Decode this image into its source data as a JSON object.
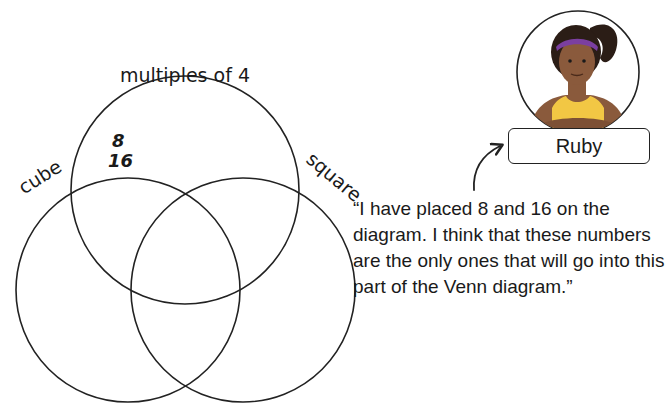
{
  "diagram": {
    "nodes": [
      {
        "text": [
          "multiples of 4"
        ]
      },
      {
        "text": [
          "cube"
        ]
      },
      {
        "text": [
          "square"
        ]
      },
      {
        "text": [
          "Ruby"
        ]
      }
    ],
    "labels": [
      "8",
      "16",
      "“I have placed 8 and 16 on the diagram. I think that these numbers are the only ones that will go into this part of the Venn diagram.”"
    ]
  }
}
